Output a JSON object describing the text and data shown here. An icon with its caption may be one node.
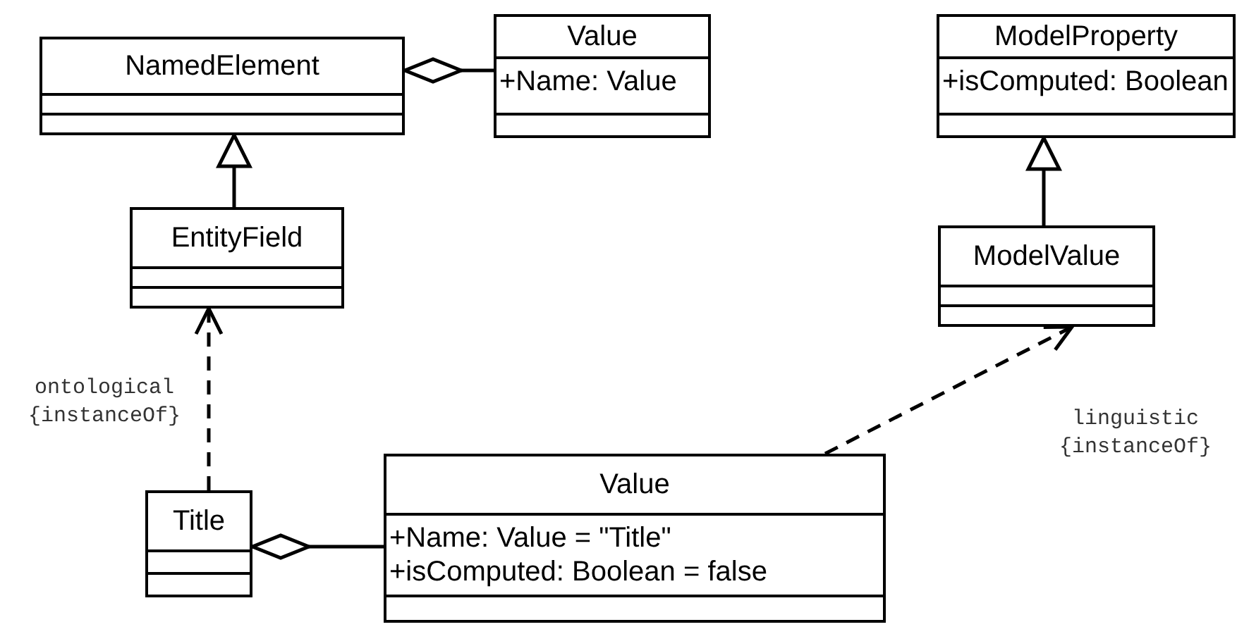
{
  "diagram": {
    "nodes": [
      {
        "text": [
          "NamedElement"
        ]
      },
      {
        "text": [
          "Value",
          "+Name: Value"
        ]
      },
      {
        "text": [
          "ModelProperty",
          "+isComputed: Boolean"
        ]
      },
      {
        "text": [
          "EntityField"
        ]
      },
      {
        "text": [
          "ModelValue"
        ]
      },
      {
        "text": [
          "Title"
        ]
      },
      {
        "text": [
          "Value",
          "+Name: Value = \"Title\"",
          "+isComputed: Boolean = false"
        ]
      }
    ],
    "edges": [
      {
        "from": 0,
        "to": 1,
        "arrow": "other"
      },
      {
        "from": 3,
        "to": 0,
        "arrow": "to"
      },
      {
        "from": 4,
        "to": 2,
        "arrow": "to"
      },
      {
        "from": 5,
        "to": 3,
        "arrow": "to",
        "label": "ontological {instanceOf}",
        "style": "dashed"
      },
      {
        "from": 6,
        "to": 4,
        "arrow": "to",
        "label": "linguistic {instanceOf}",
        "style": "dashed"
      },
      {
        "from": 5,
        "to": 6,
        "arrow": "other"
      }
    ]
  }
}
